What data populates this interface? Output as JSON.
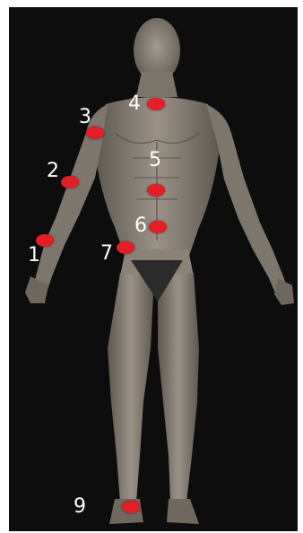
{
  "markers": [
    {
      "label": "1"
    },
    {
      "label": "2"
    },
    {
      "label": "3"
    },
    {
      "label": "4"
    },
    {
      "label": "5"
    },
    {
      "label": "6"
    },
    {
      "label": "7"
    },
    {
      "label": "9"
    }
  ],
  "colors": {
    "marker": "#e31e24",
    "background": "#0d0d0d",
    "label": "#ffffff",
    "figure": "#8a8276",
    "groin_patch": "#2b2b2b"
  }
}
